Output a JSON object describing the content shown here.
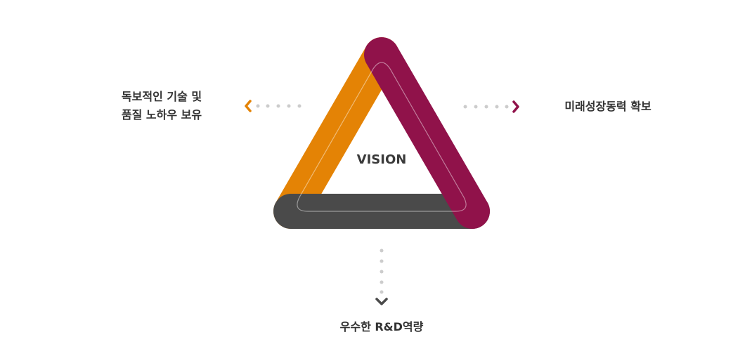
{
  "diagram": {
    "center_label": "VISION",
    "left_label": {
      "line1": "독보적인 기술 및",
      "line2": "품질 노하우 보유"
    },
    "right_label": "미래성장동력 확보",
    "bottom_label": "우수한 R&D역량"
  },
  "colors": {
    "orange": "#E48305",
    "magenta": "#90124A",
    "dark_gray": "#4A4A4A",
    "dark_red_top": "#880C00",
    "dark_brown_left": "#432702",
    "dark_purple_right": "#2E0216",
    "dots": "#CCCCCC",
    "text": "#333333"
  },
  "icons": {
    "left_arrow": "chevron-left-icon",
    "right_arrow": "chevron-right-icon",
    "down_arrow": "chevron-down-icon"
  }
}
